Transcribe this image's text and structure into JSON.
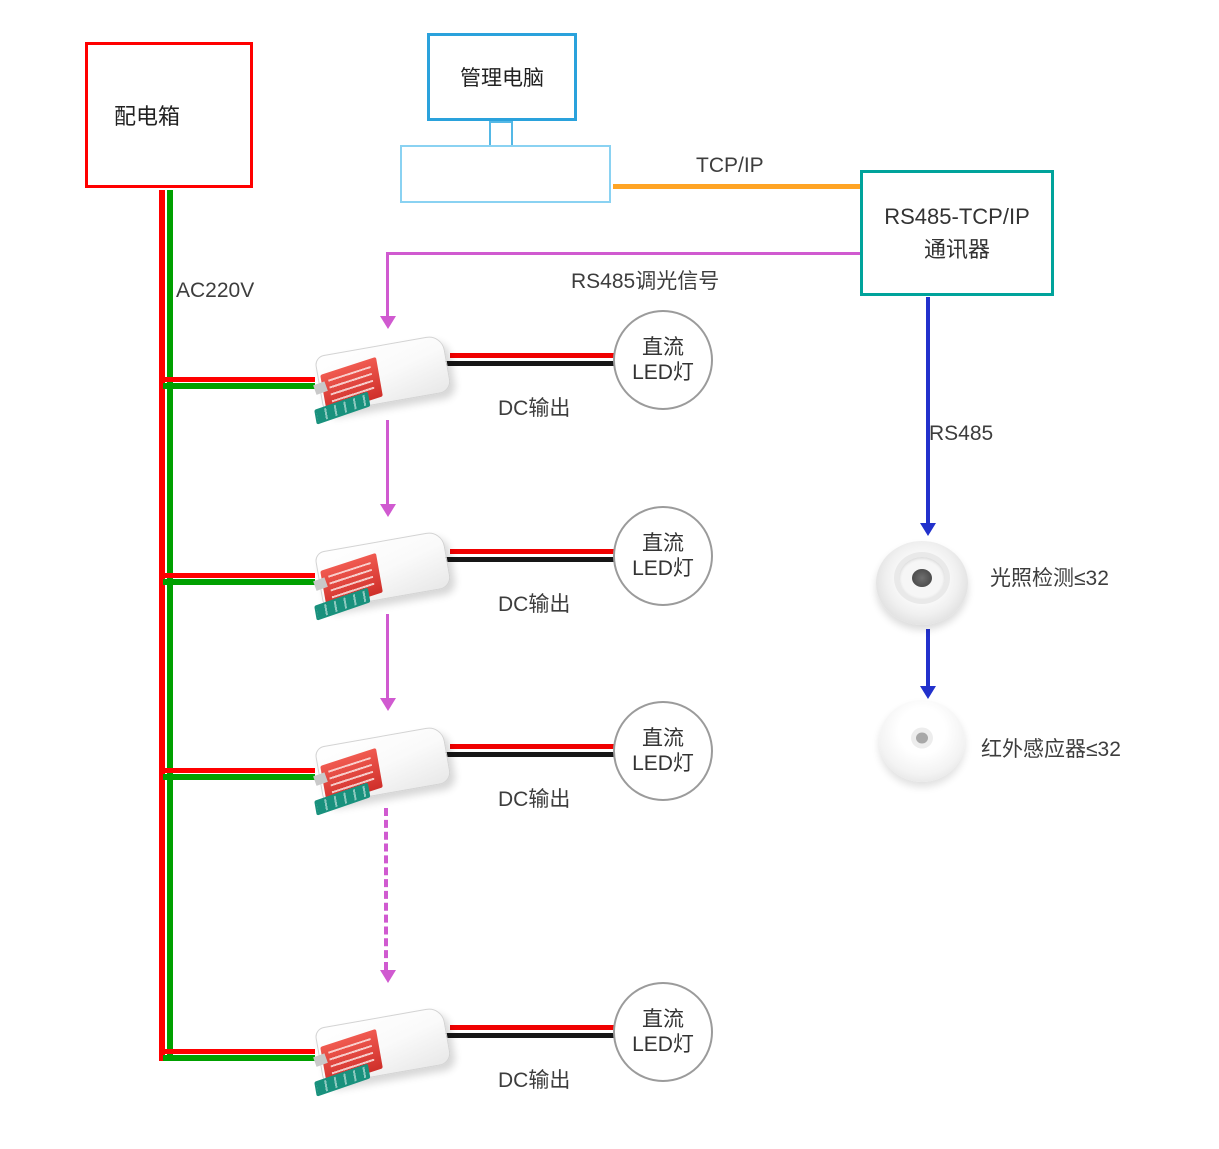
{
  "diagram": {
    "power": {
      "distribution_box_label": "配电箱",
      "ac_label": "AC220V"
    },
    "computer": {
      "label": "管理电脑"
    },
    "network": {
      "tcp_label": "TCP/IP"
    },
    "communicator": {
      "line1": "RS485-TCP/IP",
      "line2": "通讯器"
    },
    "dimming": {
      "label": "RS485调光信号"
    },
    "bus": {
      "rs485_label": "RS485"
    },
    "row": {
      "dc_output_label": "DC输出",
      "lamp_line1": "直流",
      "lamp_line2": "LED灯"
    },
    "sensors": {
      "light_label": "光照检测≤32",
      "ir_label": "红外感应器≤32"
    },
    "colors": {
      "power_live_red": "#ff0000",
      "power_neutral_green": "#00a000",
      "tcp_line_orange": "#ffa424",
      "dimming_magenta": "#d05ad0",
      "rs485_blue": "#2231cc",
      "computer_blue": "#2aa2dc",
      "communicator_teal": "#00a39b",
      "distribution_box_red": "#ff0000"
    }
  }
}
